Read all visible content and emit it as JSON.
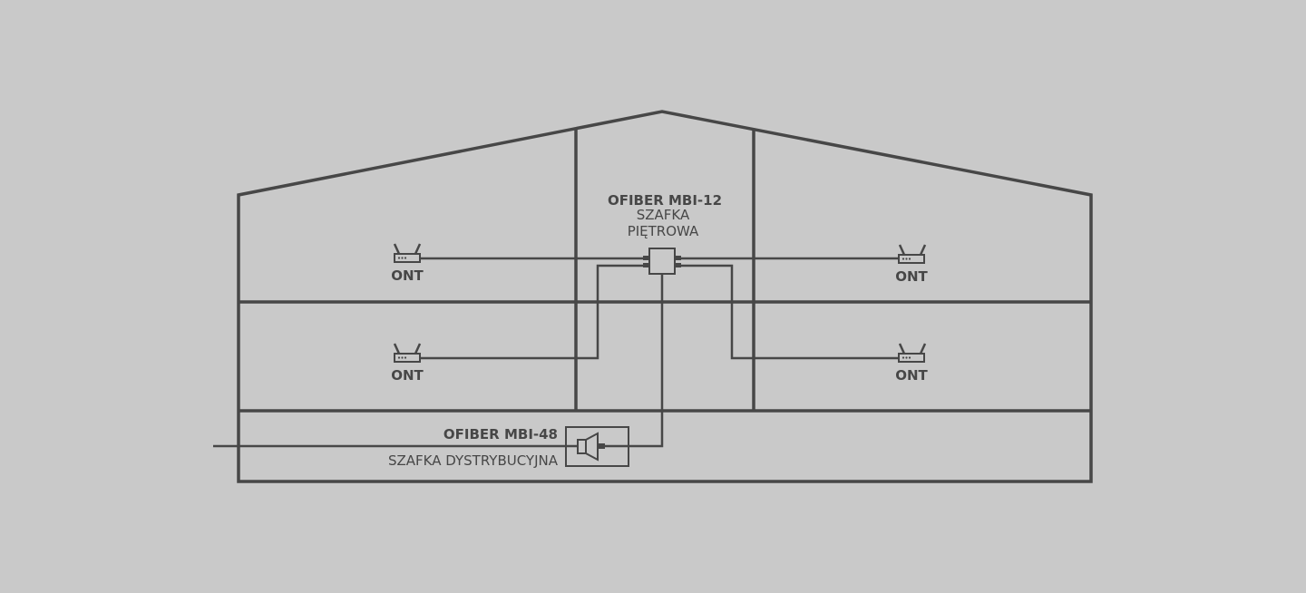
{
  "colors": {
    "background": "#c9c9c9",
    "line": "#474747"
  },
  "icons": {
    "ont": "router-icon",
    "floor_cabinet": "splice-box-icon",
    "distribution_cabinet": "fiber-connector-icon"
  },
  "floor_cabinet": {
    "model": "OFIBER MBI-12",
    "line1": "SZAFKA",
    "line2": "PIĘTROWA"
  },
  "distribution_cabinet": {
    "model": "OFIBER MBI-48",
    "description": "SZAFKA DYSTRYBUCYJNA"
  },
  "onts": [
    {
      "label": "ONT"
    },
    {
      "label": "ONT"
    },
    {
      "label": "ONT"
    },
    {
      "label": "ONT"
    }
  ]
}
